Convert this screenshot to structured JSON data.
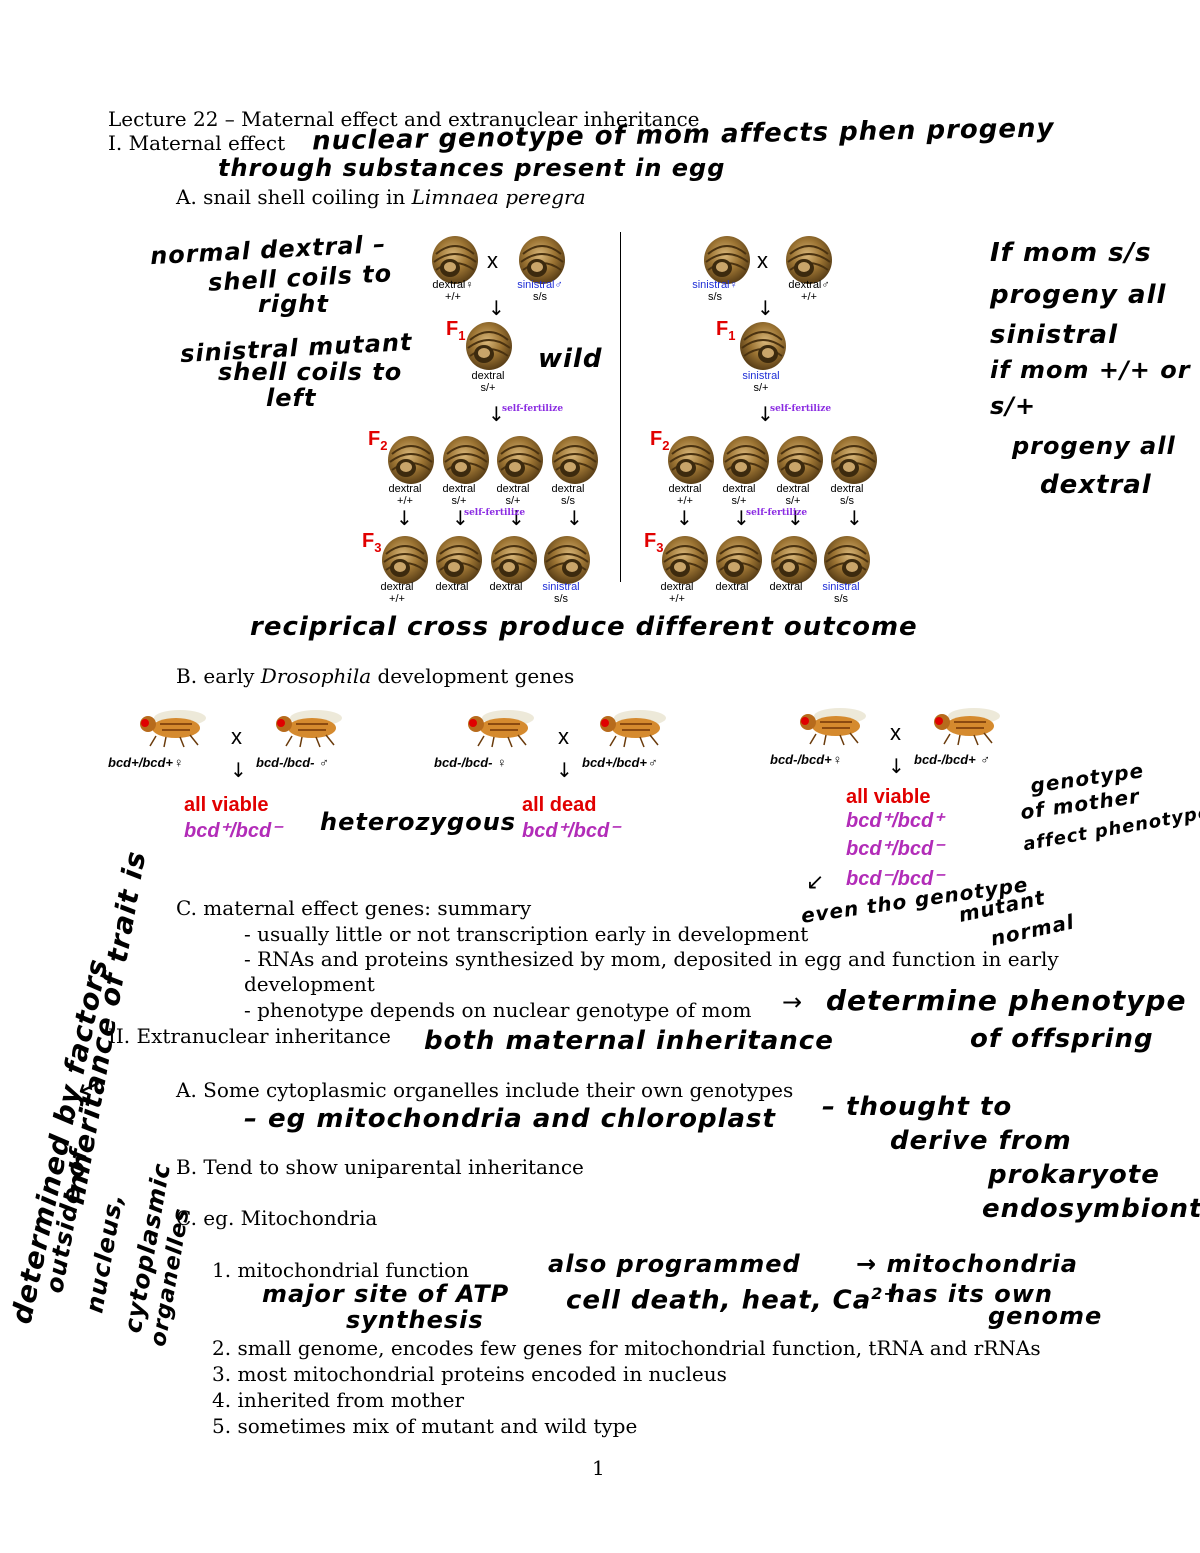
{
  "doc": {
    "title": "Lecture 22 – Maternal effect and extranuclear inheritance",
    "s1": "I. Maternal effect",
    "s1a_pre": "A. snail shell coiling in ",
    "s1a_italic": "Limnaea peregra",
    "s1b_pre": "B. early ",
    "s1b_italic": "Drosophila",
    "s1b_post": " development genes",
    "s1c": "C. maternal effect genes: summary",
    "c_items": [
      "- usually little or not transcription early in development",
      "- RNAs and proteins synthesized by mom, deposited in egg and function in early",
      "development",
      "- phenotype depends on nuclear genotype of mom"
    ],
    "s2": "II. Extranuclear inheritance",
    "s2a": "A.  Some cytoplasmic organelles include their own genotypes",
    "s2b": "B.  Tend to show uniparental inheritance",
    "s2c": "C.  eg. Mitochondria",
    "list": [
      "1.   mitochondrial function",
      "2.   small genome, encodes few genes for mitochondrial function, tRNA and rRNAs",
      "3.   most mitochondrial proteins encoded in nucleus",
      "4.   inherited from mother",
      "5.   sometimes mix of mutant and wild type"
    ],
    "page_number": "1"
  },
  "snail": {
    "cross_symbol": "x",
    "left": {
      "p_female": "dextral♀",
      "p_female_geno": "+/+",
      "p_male": "sinistral♂",
      "p_male_geno": "s/s",
      "f1": "F",
      "f1_sub": "1",
      "f1_label": "dextral",
      "f1_geno": "s/+",
      "self": "self-fertilize",
      "f2": "F",
      "f2_sub": "2",
      "f2_labels": [
        "dextral",
        "dextral",
        "dextral",
        "dextral"
      ],
      "f2_genos": [
        "+/+",
        "s/+",
        "s/+",
        "s/s"
      ],
      "f3": "F",
      "f3_sub": "3",
      "f3_labels": [
        "dextral",
        "dextral",
        "dextral",
        "sinistral"
      ],
      "f3_genos": [
        "+/+",
        "",
        "",
        "s/s"
      ]
    },
    "right": {
      "p_female": "sinistral♀",
      "p_female_geno": "s/s",
      "p_male": "dextral♂",
      "p_male_geno": "+/+",
      "f1": "F",
      "f1_sub": "1",
      "f1_label": "sinistral",
      "f1_geno": "s/+",
      "self": "self-fertilize",
      "f2": "F",
      "f2_sub": "2",
      "f2_labels": [
        "dextral",
        "dextral",
        "dextral",
        "dextral"
      ],
      "f2_genos": [
        "+/+",
        "s/+",
        "s/+",
        "s/s"
      ],
      "f3": "F",
      "f3_sub": "3",
      "f3_labels": [
        "dextral",
        "dextral",
        "dextral",
        "sinistral"
      ],
      "f3_genos": [
        "+/+",
        "",
        "",
        "s/s"
      ]
    }
  },
  "fly": {
    "cross_symbol": "x",
    "c1": {
      "female": "bcd+/bcd+♀",
      "male": "bcd-/bcd- ♂",
      "result": "all viable",
      "geno": [
        "bcd⁺/bcd⁻"
      ]
    },
    "c2": {
      "female": "bcd-/bcd- ♀",
      "male": "bcd+/bcd+♂",
      "result": "all dead",
      "geno": [
        "bcd⁺/bcd⁻"
      ]
    },
    "c3": {
      "female": "bcd-/bcd+♀",
      "male": "bcd-/bcd+ ♂",
      "result": "all viable",
      "geno": [
        "bcd⁺/bcd⁺",
        "bcd⁺/bcd⁻",
        "bcd⁻/bcd⁻"
      ]
    }
  },
  "notes": {
    "n1": "nuclear genotype of mom affects phen progeny",
    "n2": "through substances present in egg",
    "n3": "normal dextral –",
    "n4": "shell coils to",
    "n5": "right",
    "n6": "sinistral mutant",
    "n7": "shell coils to",
    "n8": "left",
    "n9": "wild",
    "n10": "If mom s/s",
    "n11": "progeny all",
    "n12": "sinistral",
    "n13": "if mom +/+ or",
    "n14": "s/+",
    "n15": "progeny all",
    "n16": "dextral",
    "n17": "reciprical cross produce different outcome",
    "n18": "heterozygous",
    "n19": "genotype",
    "n20": "of mother",
    "n21": "affect phenotype",
    "n22": "even tho genotype",
    "n23": "mutant",
    "n24": "normal",
    "n25": "determine phenotype",
    "n26": "of offspring",
    "n27": "both maternal inheritance",
    "n28": "– eg mitochondria and chloroplast",
    "n29": "– thought to",
    "n30": "derive from",
    "n31": "prokaryote",
    "n32": "endosymbiont",
    "n33": "major site of ATP",
    "n34": "synthesis",
    "n35": "also programmed",
    "n36": "cell death, heat, Ca",
    "n37": "2+",
    "n38": "→ mitochondria",
    "n39": "has its own",
    "n40": "genome",
    "n41": "inheritance of trait is",
    "n42": "determined by factors",
    "n43": "outside of",
    "n44": "nucleus,",
    "n45": "cytoplasmic",
    "n46": "organelles"
  },
  "colors": {
    "red": "#e10000",
    "blue": "#1f2fd6",
    "purple": "#8a2be2",
    "magenta": "#b22cb8",
    "shell": "#8b6a2e"
  }
}
